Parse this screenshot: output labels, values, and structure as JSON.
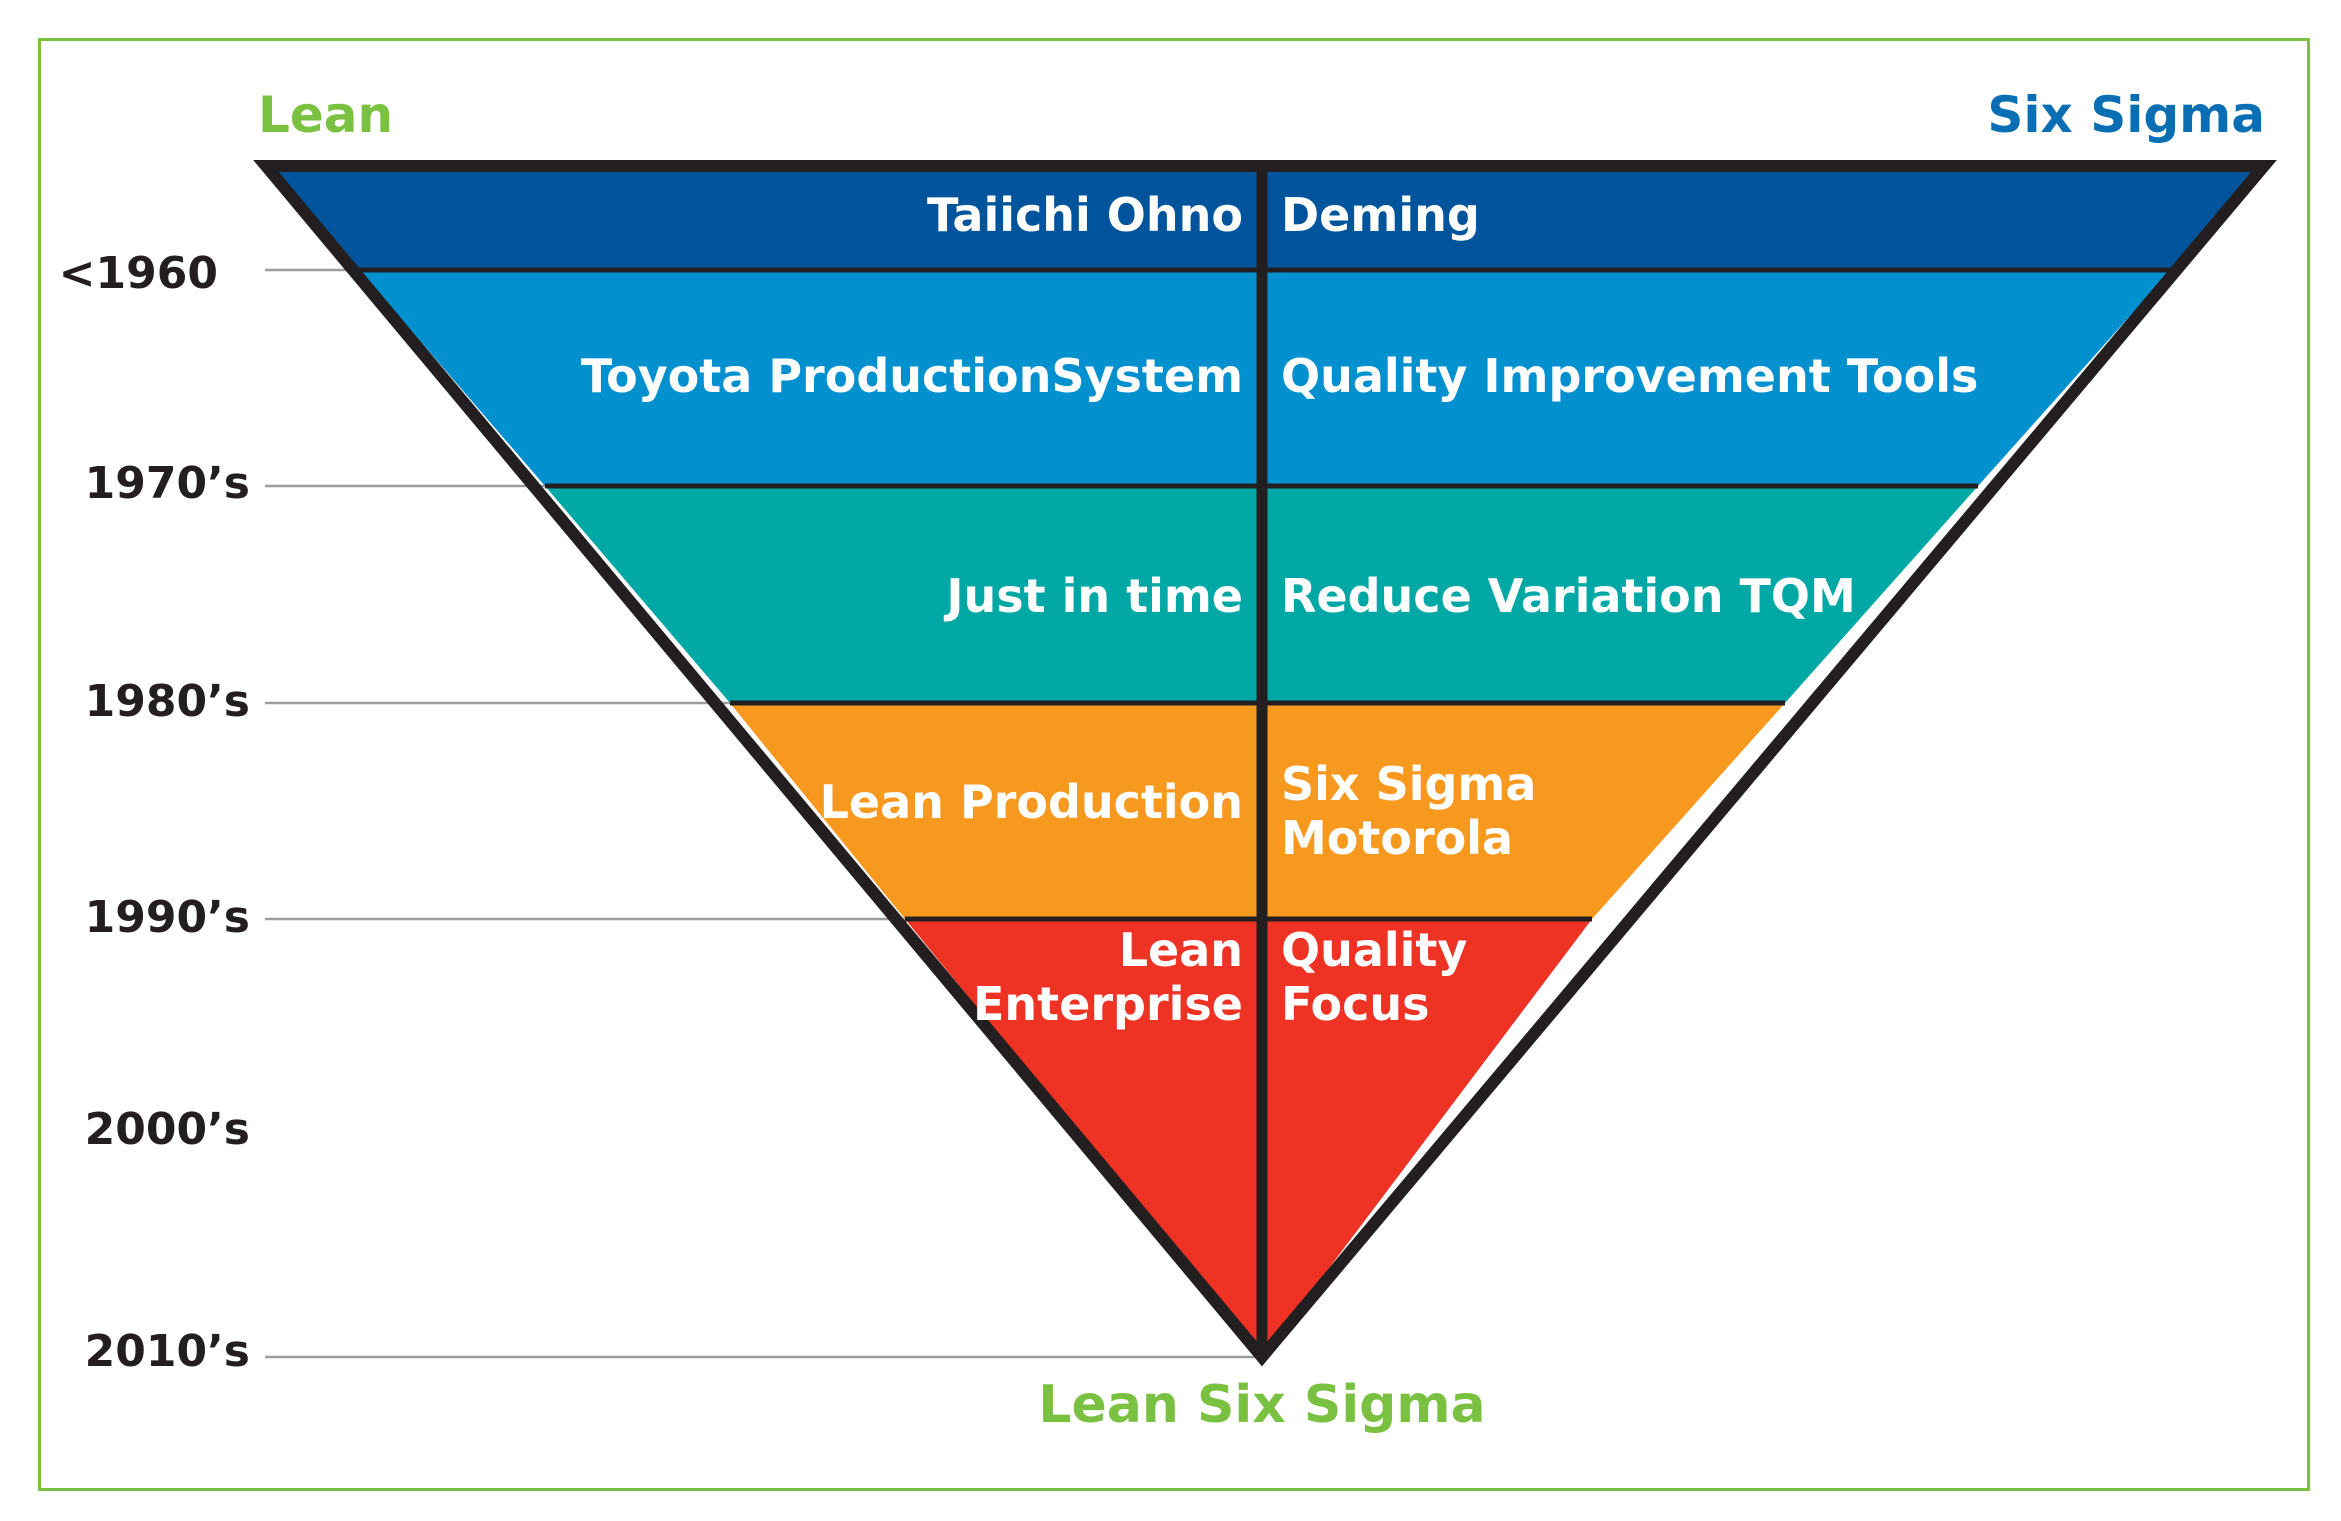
{
  "headers": {
    "left": "Lean",
    "right": "Six Sigma",
    "bottom": "Lean Six Sigma"
  },
  "colors": {
    "frame": "#7ac142",
    "lean_green": "#7ac142",
    "six_sigma_blue": "#0a6eb4",
    "outline": "#231f20",
    "band_text": "#ffffff",
    "era_text": "#231f20"
  },
  "eras": [
    "<1960",
    "1970’s",
    "1980’s",
    "1990’s",
    "2000’s",
    "2010’s"
  ],
  "bands": [
    {
      "color": "#00549c",
      "lean": [
        "Taiichi Ohno"
      ],
      "six_sigma": [
        "Deming"
      ]
    },
    {
      "color": "#0290cf",
      "lean": [
        "Toyota ProductionSystem"
      ],
      "six_sigma": [
        "Quality Improvement Tools"
      ]
    },
    {
      "color": "#00a8a5",
      "lean": [
        "Just in time"
      ],
      "six_sigma": [
        "Reduce Variation TQM"
      ]
    },
    {
      "color": "#f7981f",
      "lean": [
        "Lean Production"
      ],
      "six_sigma": [
        "Six Sigma",
        "Motorola"
      ]
    },
    {
      "color": "#ee3325",
      "lean": [
        "Lean",
        "Enterprise"
      ],
      "six_sigma": [
        "Quality",
        "Focus"
      ]
    }
  ]
}
